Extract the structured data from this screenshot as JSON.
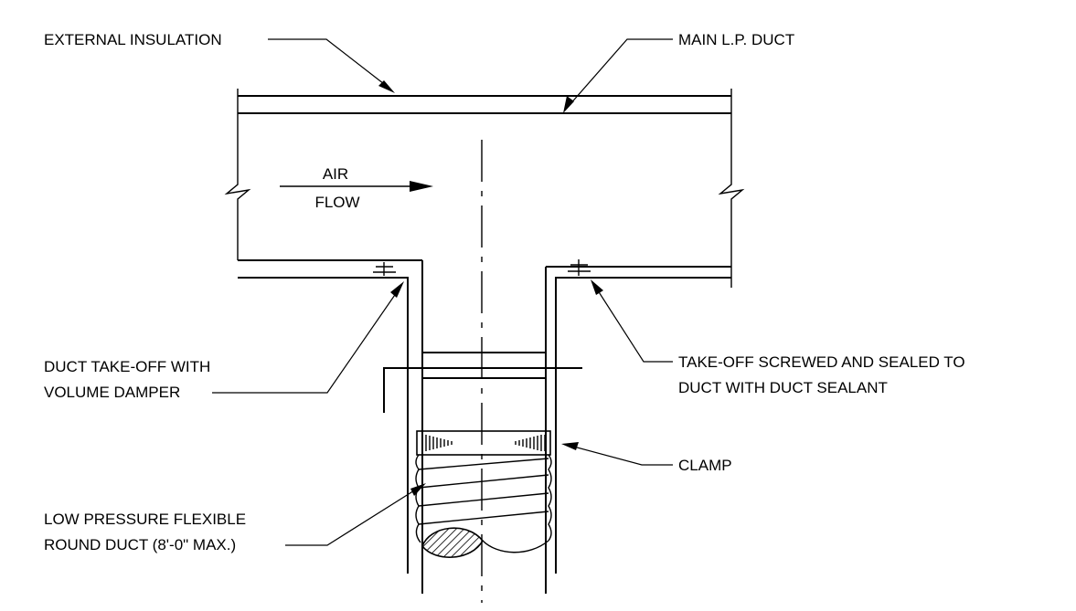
{
  "labels": {
    "external_insulation": "EXTERNAL INSULATION",
    "main_duct": "MAIN L.P. DUCT",
    "air": "AIR",
    "flow": "FLOW",
    "takeoff_line1": "DUCT TAKE-OFF WITH",
    "takeoff_line2": "VOLUME DAMPER",
    "screwed_line1": "TAKE-OFF SCREWED AND SEALED TO",
    "screwed_line2": "DUCT WITH DUCT SEALANT",
    "clamp": "CLAMP",
    "flex_line1": "LOW PRESSURE FLEXIBLE",
    "flex_line2": "ROUND DUCT (8'-0\" MAX.)"
  }
}
